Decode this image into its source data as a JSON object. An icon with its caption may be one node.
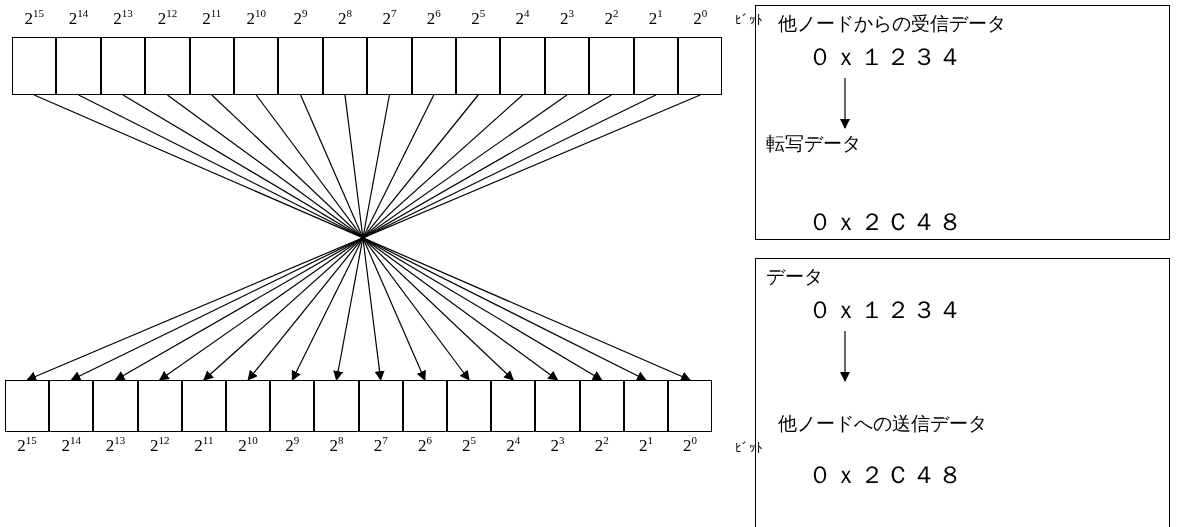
{
  "diagram": {
    "nodes": [
      {
        "text": [],
        "shape": "box",
        "beside": [
          "2$^{15}$"
        ]
      },
      {
        "text": [],
        "shape": "box",
        "beside": [
          "2$^{14}$"
        ]
      },
      {
        "text": [],
        "shape": "box",
        "beside": [
          "2$^{13}$"
        ]
      },
      {
        "text": [],
        "shape": "box",
        "beside": [
          "2$^{12}$"
        ]
      },
      {
        "text": [],
        "shape": "box",
        "beside": [
          "2$^{11}$"
        ]
      },
      {
        "text": [],
        "shape": "box",
        "beside": [
          "2$^{10}$"
        ]
      },
      {
        "text": [],
        "shape": "box",
        "beside": [
          "2$^{9}$"
        ]
      },
      {
        "text": [],
        "shape": "box",
        "beside": [
          "2$^{8}$"
        ]
      },
      {
        "text": [],
        "shape": "box",
        "beside": [
          "2$^{7}$"
        ]
      },
      {
        "text": [],
        "shape": "box",
        "beside": [
          "2$^{6}$"
        ]
      },
      {
        "text": [],
        "shape": "box",
        "beside": [
          "2$^{5}$"
        ]
      },
      {
        "text": [],
        "shape": "box",
        "beside": [
          "2$^{4}$"
        ]
      },
      {
        "text": [],
        "shape": "box",
        "beside": [
          "2$^{3}$"
        ]
      },
      {
        "text": [],
        "shape": "box",
        "beside": [
          "2$^{2}$"
        ]
      },
      {
        "text": [],
        "shape": "box",
        "beside": [
          "2$^{1}$"
        ]
      },
      {
        "text": [],
        "shape": "box",
        "beside": [
          "2$^{0}$"
        ]
      },
      {
        "text": [],
        "shape": "box"
      },
      {
        "text": [
          "他ノードからの受信データ",
          "０ｘ１２３４"
        ],
        "in": 16
      },
      {
        "text": [
          "転写データ",
          "０ｘ２Ｃ４８"
        ],
        "in": 16
      },
      {
        "text": [],
        "shape": "box",
        "beside": [
          "2$^{15}$"
        ]
      },
      {
        "text": [],
        "shape": "box",
        "beside": [
          "2$^{14}$"
        ]
      },
      {
        "text": [],
        "shape": "box",
        "beside": [
          "2$^{13}$"
        ]
      },
      {
        "text": [],
        "shape": "box",
        "beside": [
          "2$^{12}$"
        ]
      },
      {
        "text": [],
        "shape": "box",
        "beside": [
          "2$^{11}$"
        ]
      },
      {
        "text": [],
        "shape": "box",
        "beside": [
          "2$^{10}$"
        ]
      },
      {
        "text": [],
        "shape": "box",
        "beside": [
          "2$^{9}$"
        ]
      },
      {
        "text": [],
        "shape": "box",
        "beside": [
          "2$^{8}$"
        ]
      },
      {
        "text": [],
        "shape": "box",
        "beside": [
          "2$^{7}$"
        ]
      },
      {
        "text": [],
        "shape": "box",
        "beside": [
          "2$^{6}$"
        ]
      },
      {
        "text": [],
        "shape": "box",
        "beside": [
          "2$^{5}$"
        ]
      },
      {
        "text": [],
        "shape": "box",
        "beside": [
          "2$^{4}$"
        ]
      },
      {
        "text": [],
        "shape": "box",
        "beside": [
          "2$^{3}$"
        ]
      },
      {
        "text": [],
        "shape": "box",
        "beside": [
          "2$^{2}$"
        ]
      },
      {
        "text": [],
        "shape": "box",
        "beside": [
          "2$^{1}$"
        ]
      },
      {
        "text": [],
        "shape": "box",
        "beside": [
          "2$^{0}$"
        ]
      },
      {
        "text": [],
        "shape": "box"
      },
      {
        "text": [
          "データ",
          "０ｘ１２３４"
        ],
        "in": 35
      },
      {
        "text": [
          "他ノードへの送信データ",
          "０ｘ２Ｃ４８"
        ],
        "in": 35
      }
    ],
    "edges": [
      {
        "from": 0,
        "to": 34,
        "arrow": "to"
      },
      {
        "from": 1,
        "to": 33,
        "arrow": "to"
      },
      {
        "from": 2,
        "to": 32,
        "arrow": "to"
      },
      {
        "from": 3,
        "to": 31,
        "arrow": "to"
      },
      {
        "from": 4,
        "to": 30,
        "arrow": "to"
      },
      {
        "from": 5,
        "to": 29,
        "arrow": "to"
      },
      {
        "from": 6,
        "to": 28,
        "arrow": "to"
      },
      {
        "from": 7,
        "to": 27,
        "arrow": "to"
      },
      {
        "from": 8,
        "to": 26,
        "arrow": "to"
      },
      {
        "from": 9,
        "to": 25,
        "arrow": "to"
      },
      {
        "from": 10,
        "to": 24,
        "arrow": "to"
      },
      {
        "from": 11,
        "to": 23,
        "arrow": "to"
      },
      {
        "from": 12,
        "to": 22,
        "arrow": "to"
      },
      {
        "from": 13,
        "to": 21,
        "arrow": "to"
      },
      {
        "from": 14,
        "to": 20,
        "arrow": "to"
      },
      {
        "from": 15,
        "to": 19,
        "arrow": "to"
      },
      {
        "from": 17,
        "to": 18,
        "arrow": "to"
      },
      {
        "from": 36,
        "to": 37,
        "arrow": "to"
      }
    ],
    "labels": [
      "ﾋﾞｯﾄ",
      "ﾋﾞｯﾄ"
    ]
  }
}
